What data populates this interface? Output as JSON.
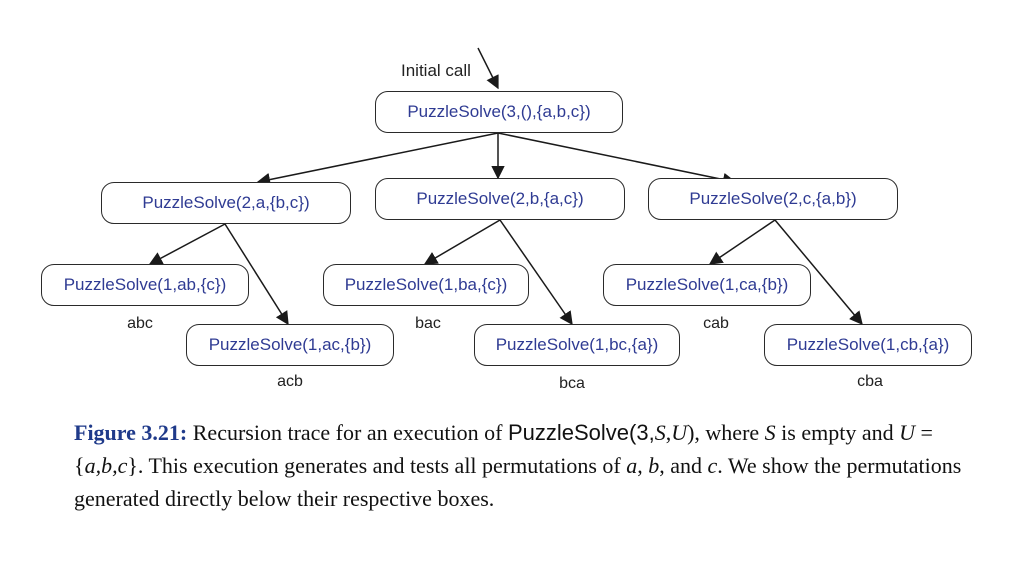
{
  "initial_call": "Initial call",
  "nodes": {
    "root": "PuzzleSolve(3,(),{a,b,c})",
    "n_a": "PuzzleSolve(2,a,{b,c})",
    "n_b": "PuzzleSolve(2,b,{a,c})",
    "n_c": "PuzzleSolve(2,c,{a,b})",
    "n_ab": "PuzzleSolve(1,ab,{c})",
    "n_ac": "PuzzleSolve(1,ac,{b})",
    "n_ba": "PuzzleSolve(1,ba,{c})",
    "n_bc": "PuzzleSolve(1,bc,{a})",
    "n_ca": "PuzzleSolve(1,ca,{b})",
    "n_cb": "PuzzleSolve(1,cb,{a})"
  },
  "permutations": {
    "abc": "abc",
    "acb": "acb",
    "bac": "bac",
    "bca": "bca",
    "cab": "cab",
    "cba": "cba"
  },
  "caption": {
    "label": "Figure 3.21:",
    "t1": " Recursion trace for an execution of ",
    "call": "PuzzleSolve(3,",
    "s": "S",
    "comma": ",",
    "u": "U",
    "close": ")",
    "t2": ", where ",
    "s2": "S",
    "t3": " is empty and ",
    "u2": "U",
    "eq": " = {",
    "set": "a,b,c",
    "t4": "}. This execution generates and tests all permutations of ",
    "a": "a",
    "sep1": ", ",
    "b": "b",
    "sep2": ", and ",
    "c": "c",
    "t5": ". We show the permutations generated directly below their respective boxes."
  }
}
